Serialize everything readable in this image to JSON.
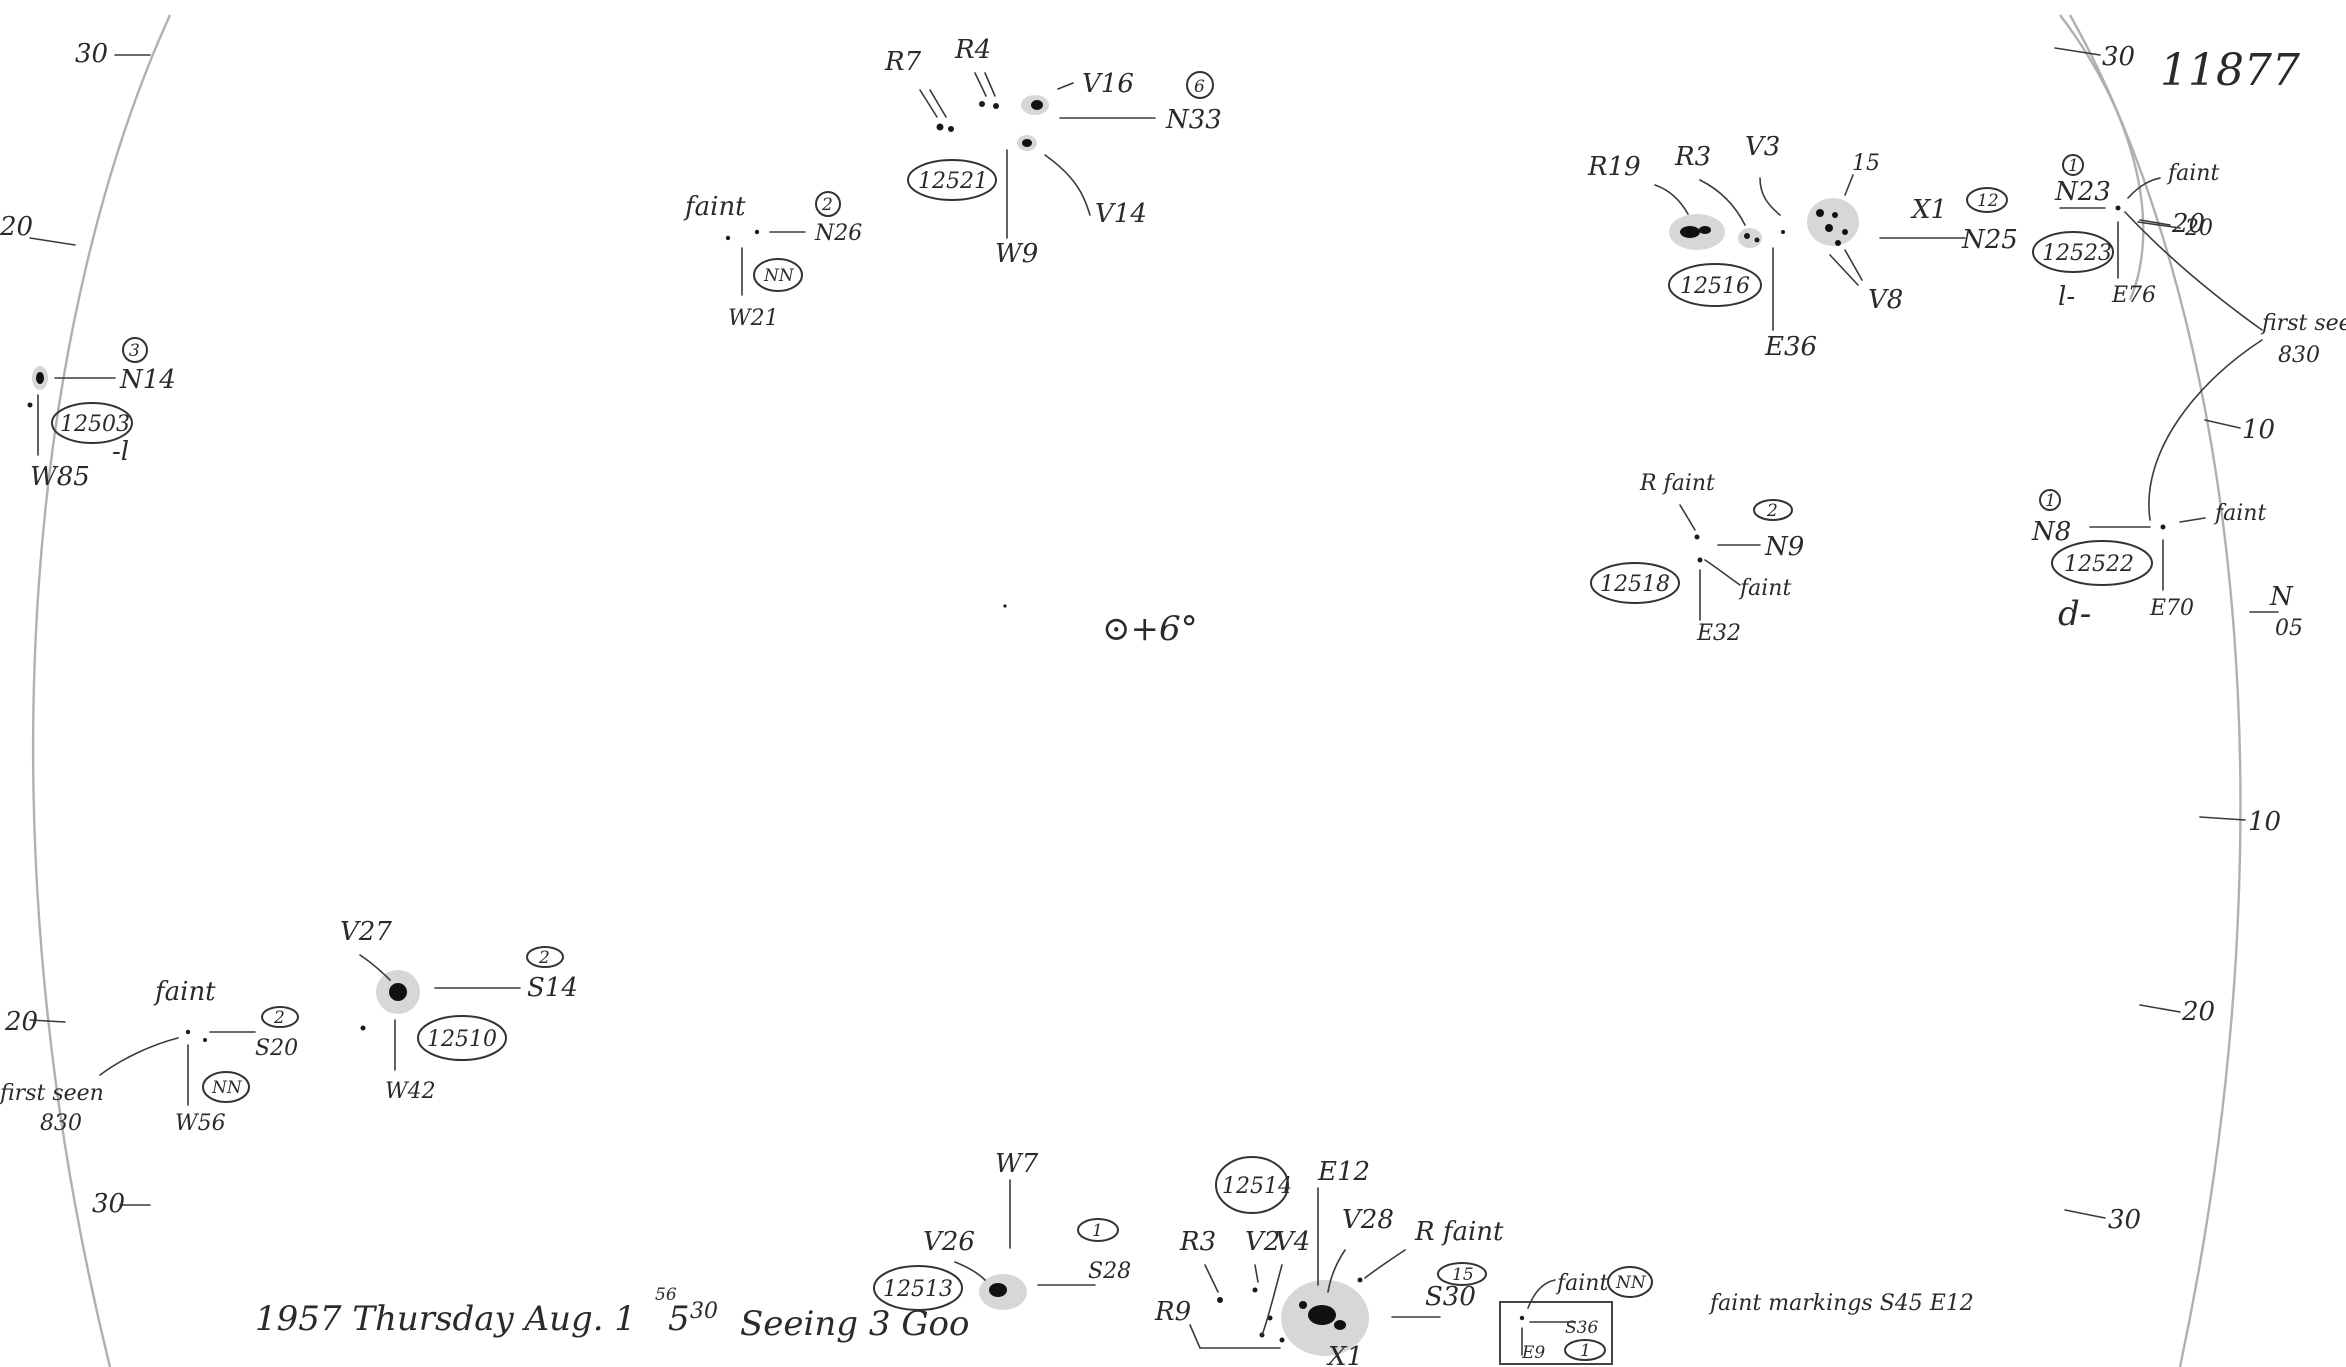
{
  "sheet": {
    "sheet_number": "11877",
    "center_label": "⊙+6°",
    "footer": {
      "date_line": "1957 Thursday Aug. 1",
      "time_superscript": "56",
      "time_line": "5",
      "time_minutes": "30",
      "seeing": "Seeing 3 Goo",
      "note": "faint markings S45 E12"
    },
    "edge_scale": {
      "left": [
        "30",
        "20",
        "20",
        "30"
      ],
      "right": [
        "30",
        "20",
        "10",
        "10",
        "20",
        "30"
      ],
      "right_notes": [
        "first seen",
        "830",
        "N",
        "05"
      ],
      "left_notes": [
        "first seen",
        "830"
      ]
    }
  },
  "groups": [
    {
      "id": "g12521",
      "number": "12521",
      "count": "6",
      "labels": [
        "R7",
        "R4",
        "V16",
        "N33",
        "V14",
        "W9"
      ]
    },
    {
      "id": "gNN1",
      "number": "NN",
      "count": "2",
      "labels": [
        "faint",
        "N26",
        "W21"
      ]
    },
    {
      "id": "g12503",
      "number": "12503",
      "count": "3",
      "labels": [
        "N14",
        "W85",
        "-l"
      ]
    },
    {
      "id": "g12516",
      "number": "12516",
      "count": "12",
      "labels": [
        "R19",
        "R3",
        "V3",
        "15",
        "X1",
        "N25",
        "V8",
        "E36"
      ]
    },
    {
      "id": "g12523",
      "number": "12523",
      "count": "1",
      "labels": [
        "N23",
        "faint",
        "20",
        "l-",
        "E76"
      ]
    },
    {
      "id": "g12518",
      "number": "12518",
      "count": "2",
      "labels": [
        "R faint",
        "N9",
        "faint",
        "E32"
      ]
    },
    {
      "id": "g12522",
      "number": "12522",
      "count": "1",
      "labels": [
        "N8",
        "faint",
        "d-",
        "E70"
      ]
    },
    {
      "id": "g12510",
      "number": "12510",
      "count": "2",
      "labels": [
        "V27",
        "S14",
        "W42"
      ]
    },
    {
      "id": "gNN2",
      "number": "NN",
      "count": "2",
      "labels": [
        "faint",
        "S20",
        "W56"
      ]
    },
    {
      "id": "g12513",
      "number": "12513",
      "count": "1",
      "labels": [
        "W7",
        "V26",
        "S28"
      ]
    },
    {
      "id": "g12514",
      "number": "12514",
      "count": "15",
      "labels": [
        "E12",
        "R3",
        "V2",
        "V4",
        "V28",
        "R faint",
        "S30",
        "R9",
        "X1"
      ]
    },
    {
      "id": "gNN3",
      "number": "NN",
      "count": "1",
      "labels": [
        "faint",
        "S36",
        "E9"
      ]
    }
  ]
}
